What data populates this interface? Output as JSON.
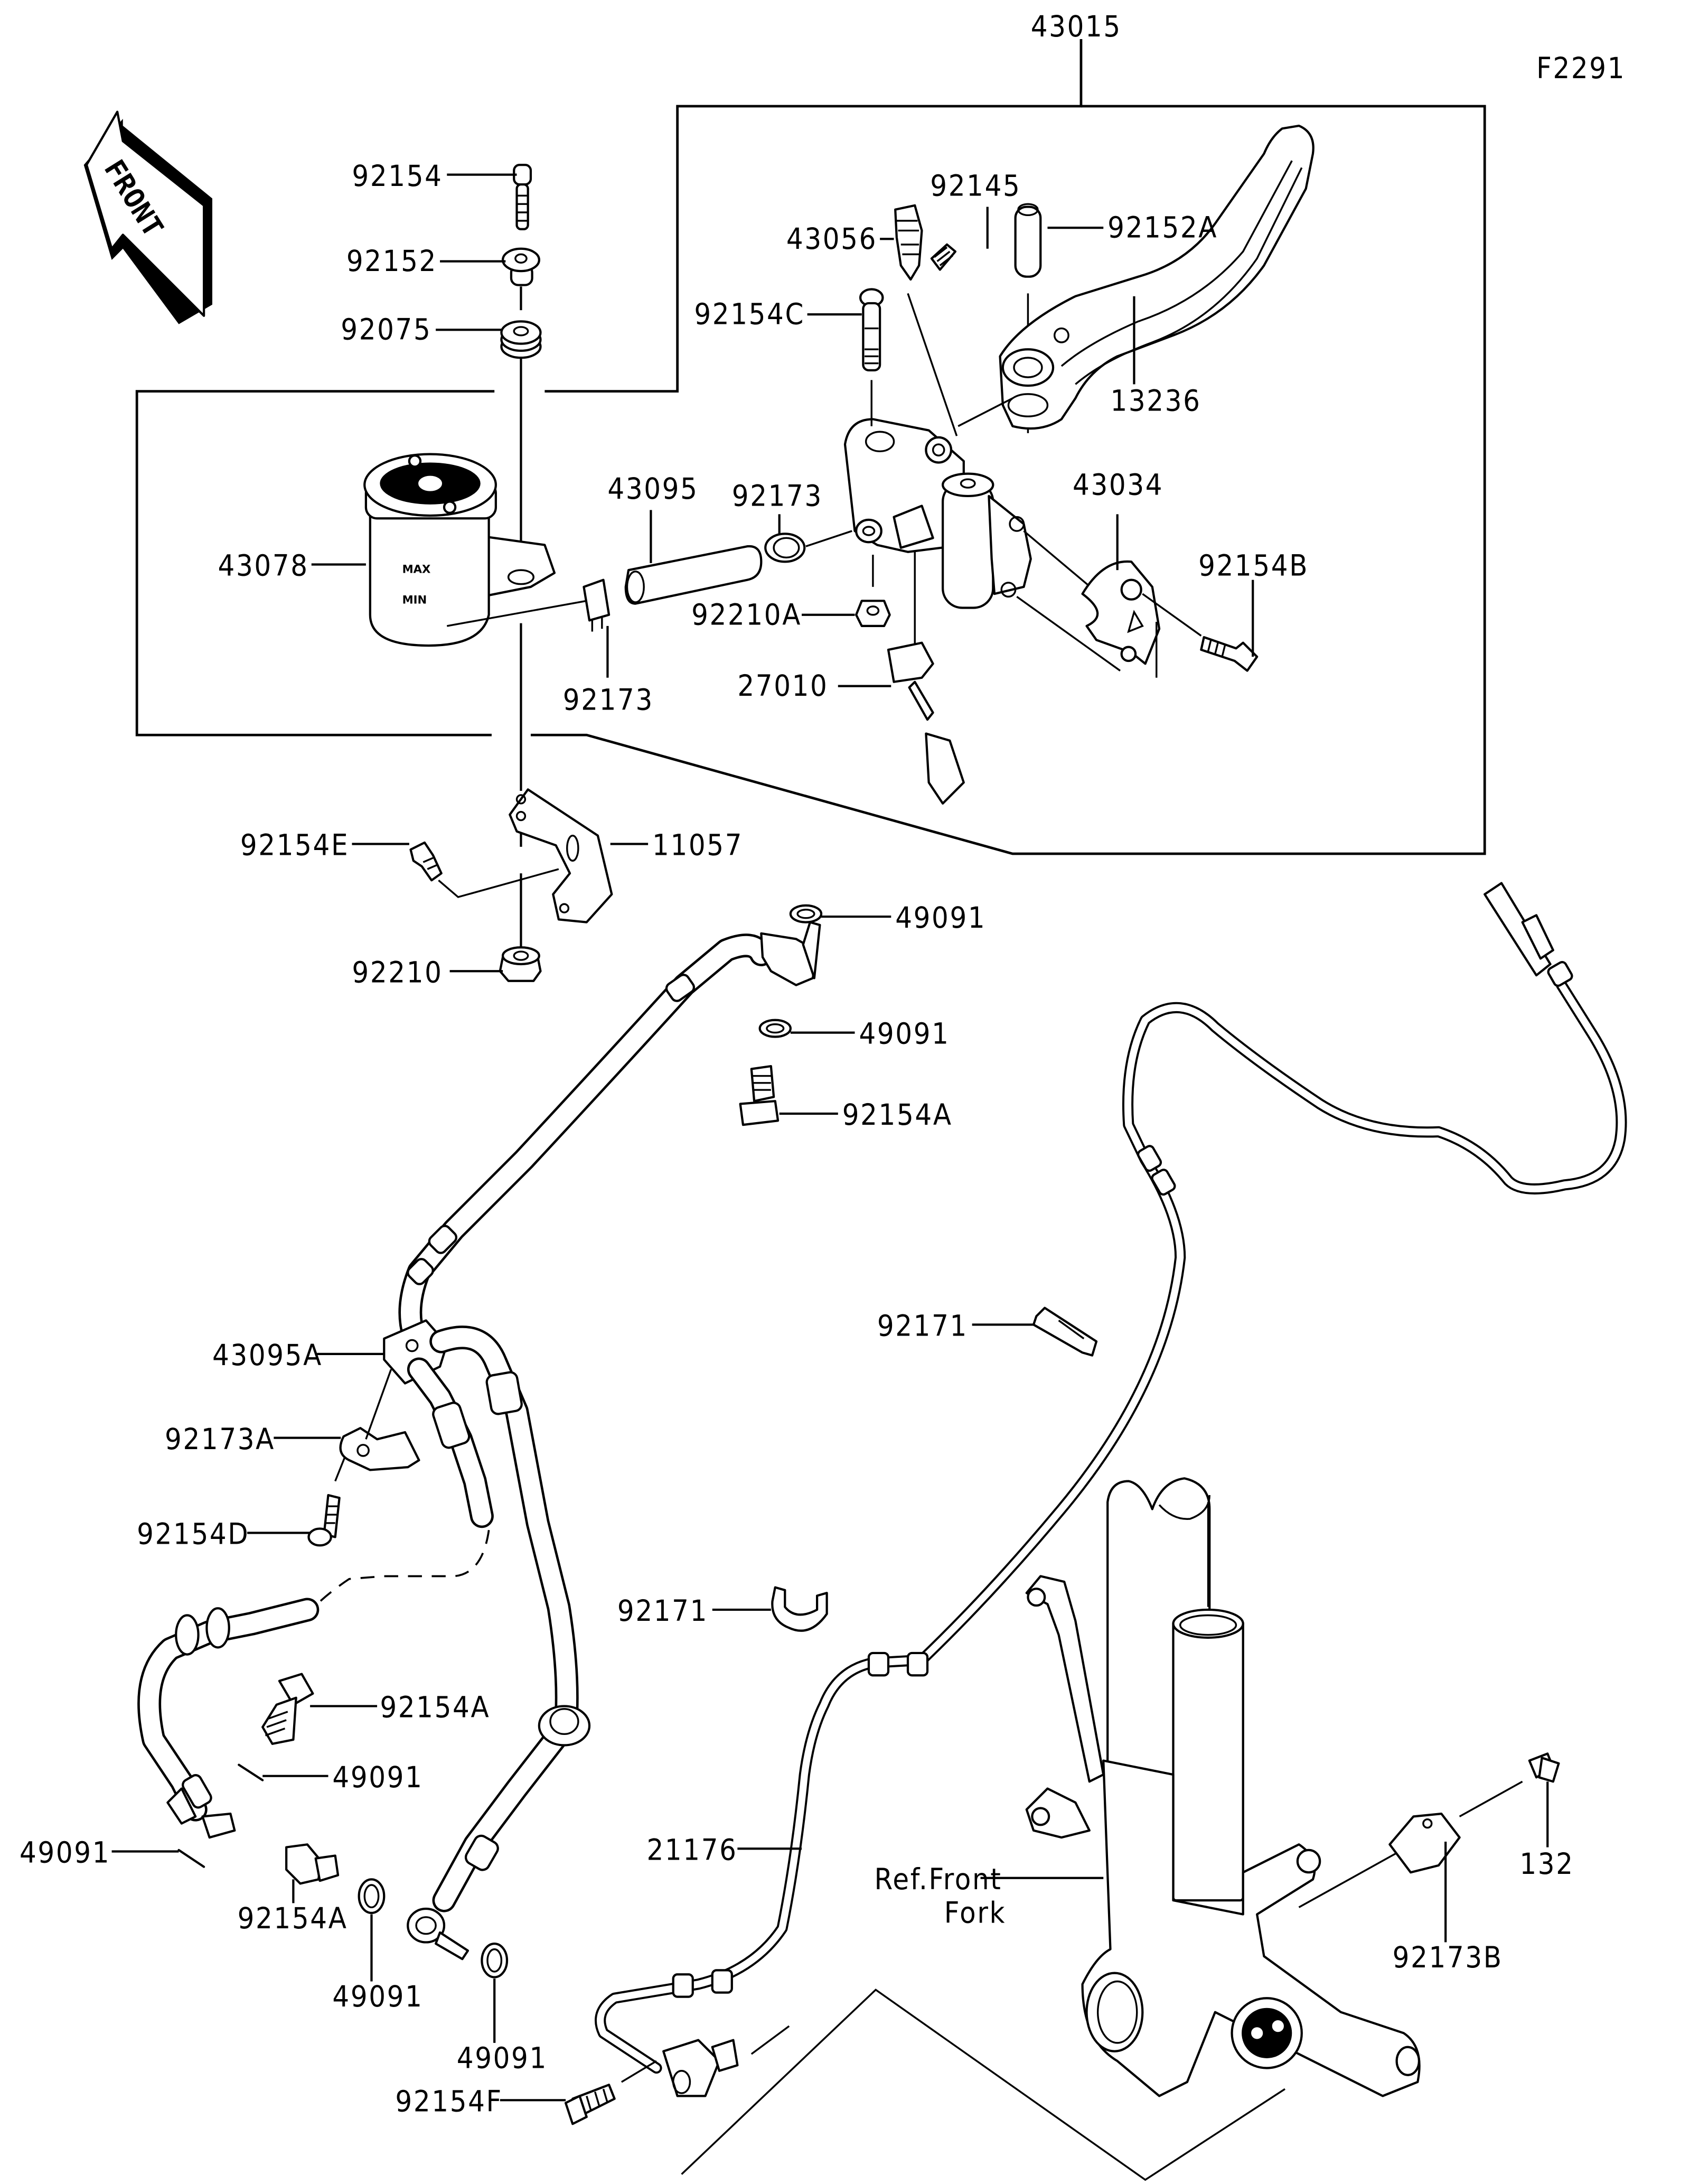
{
  "figure_id": "F2291",
  "front_arrow_label": "FRONT",
  "reference_note": "Ref.Front Fork",
  "reference_note_lines": [
    "Ref.Front",
    "Fork"
  ],
  "assembly_label": "43015",
  "reservoir_marks": {
    "max": "MAX",
    "min": "MIN"
  },
  "callouts": [
    {
      "id": "c-43015",
      "text": "43015",
      "part": "master-cylinder-assembly"
    },
    {
      "id": "c-92154",
      "text": "92154",
      "part": "bolt"
    },
    {
      "id": "c-92152",
      "text": "92152",
      "part": "collar"
    },
    {
      "id": "c-92075",
      "text": "92075",
      "part": "grommet"
    },
    {
      "id": "c-43056",
      "text": "43056",
      "part": "bleeder-valve"
    },
    {
      "id": "c-92145",
      "text": "92145",
      "part": "spring"
    },
    {
      "id": "c-92152A",
      "text": "92152A",
      "part": "collar"
    },
    {
      "id": "c-92154C",
      "text": "92154C",
      "part": "pivot-bolt"
    },
    {
      "id": "c-13236",
      "text": "13236",
      "part": "brake-lever"
    },
    {
      "id": "c-43095",
      "text": "43095",
      "part": "reservoir-hose"
    },
    {
      "id": "c-92173-top",
      "text": "92173",
      "part": "hose-clamp"
    },
    {
      "id": "c-43034",
      "text": "43034",
      "part": "holder-clamp"
    },
    {
      "id": "c-43078",
      "text": "43078",
      "part": "reservoir-tank"
    },
    {
      "id": "c-92154B",
      "text": "92154B",
      "part": "clamp-bolt"
    },
    {
      "id": "c-92210A",
      "text": "92210A",
      "part": "nut"
    },
    {
      "id": "c-92173-low",
      "text": "92173",
      "part": "hose-clamp"
    },
    {
      "id": "c-27010",
      "text": "27010",
      "part": "brake-light-switch"
    },
    {
      "id": "c-92154E",
      "text": "92154E",
      "part": "bracket-bolt"
    },
    {
      "id": "c-11057",
      "text": "11057",
      "part": "reservoir-bracket"
    },
    {
      "id": "c-92210",
      "text": "92210",
      "part": "nut"
    },
    {
      "id": "c-49091-a",
      "text": "49091",
      "part": "washer"
    },
    {
      "id": "c-49091-b",
      "text": "49091",
      "part": "washer"
    },
    {
      "id": "c-92154A-a",
      "text": "92154A",
      "part": "banjo-bolt"
    },
    {
      "id": "c-92171-a",
      "text": "92171",
      "part": "clamp"
    },
    {
      "id": "c-43095A",
      "text": "43095A",
      "part": "brake-hose"
    },
    {
      "id": "c-92173A",
      "text": "92173A",
      "part": "hose-clamp-plate"
    },
    {
      "id": "c-92154D",
      "text": "92154D",
      "part": "bolt"
    },
    {
      "id": "c-92171-b",
      "text": "92171",
      "part": "clamp"
    },
    {
      "id": "c-92154A-b",
      "text": "92154A",
      "part": "banjo-bolt"
    },
    {
      "id": "c-49091-c",
      "text": "49091",
      "part": "washer"
    },
    {
      "id": "c-49091-d",
      "text": "49091",
      "part": "washer"
    },
    {
      "id": "c-21176",
      "text": "21176",
      "part": "abs-sensor"
    },
    {
      "id": "c-132",
      "text": "132",
      "part": "bolt"
    },
    {
      "id": "c-92173B",
      "text": "92173B",
      "part": "clamp"
    },
    {
      "id": "c-92154A-c",
      "text": "92154A",
      "part": "banjo-bolt"
    },
    {
      "id": "c-49091-e",
      "text": "49091",
      "part": "washer"
    },
    {
      "id": "c-49091-f",
      "text": "49091",
      "part": "washer"
    },
    {
      "id": "c-92154F",
      "text": "92154F",
      "part": "sensor-bolt"
    }
  ]
}
